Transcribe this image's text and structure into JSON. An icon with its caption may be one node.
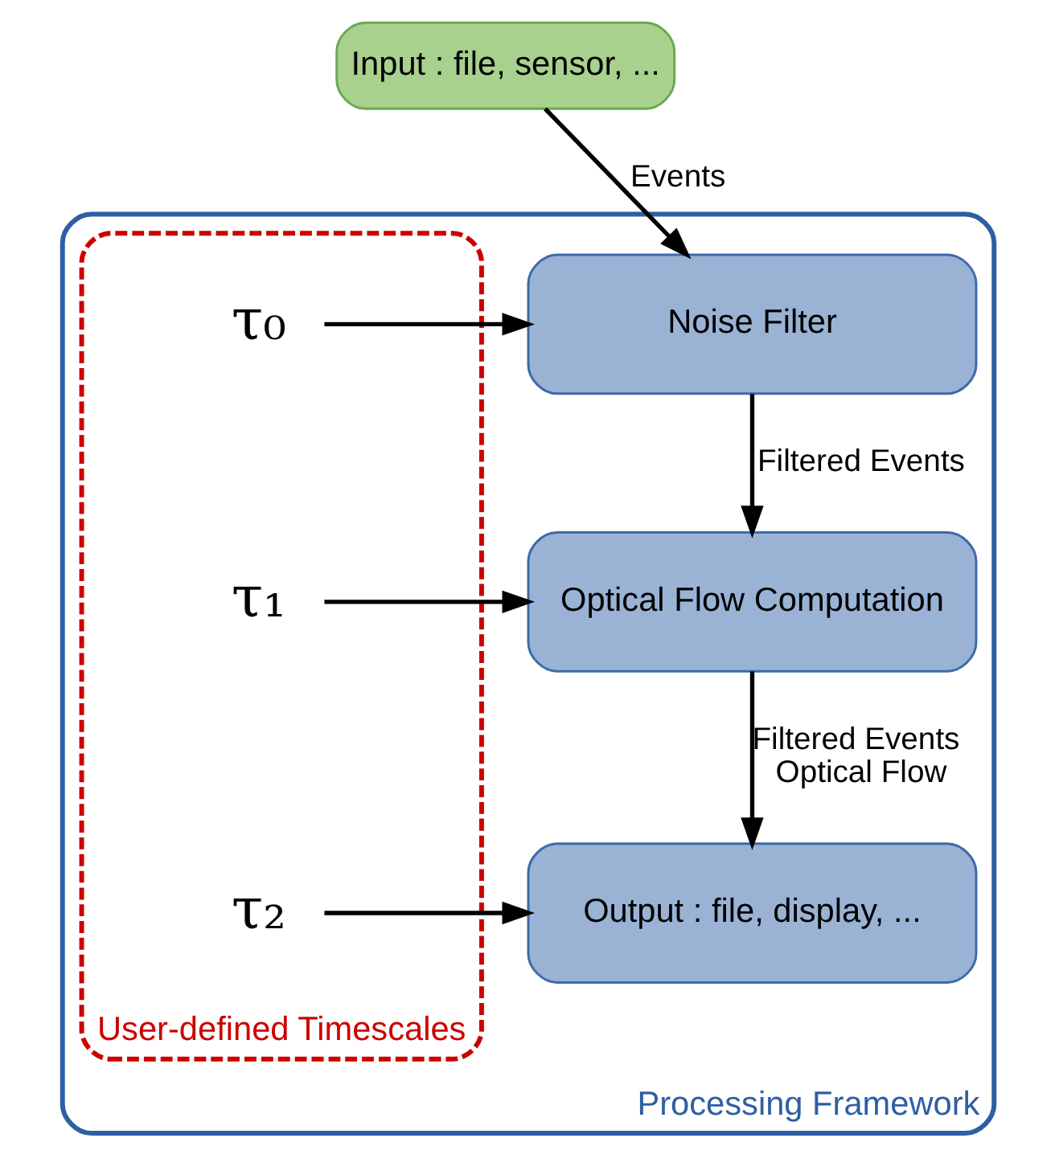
{
  "diagram": {
    "nodes": [
      {
        "text": [
          "Processing Framework"
        ]
      },
      {
        "text": [
          "Input : file, sensor, ..."
        ]
      },
      {
        "text": [
          "User-defined Timescales"
        ],
        "in": 0
      },
      {
        "text": [
          "τ₀"
        ],
        "in": 2
      },
      {
        "text": [
          "τ₁"
        ],
        "in": 2
      },
      {
        "text": [
          "τ₂"
        ],
        "in": 2
      },
      {
        "text": [
          "Noise Filter"
        ],
        "in": 0
      },
      {
        "text": [
          "Optical Flow Computation"
        ],
        "in": 0
      },
      {
        "text": [
          "Output : file, display, ..."
        ],
        "in": 0
      }
    ],
    "edges": [
      {
        "from": 1,
        "to": 6,
        "arrow": "to",
        "label": "Events"
      },
      {
        "from": 6,
        "to": 7,
        "arrow": "to",
        "label": "Filtered Events"
      },
      {
        "from": 7,
        "to": 8,
        "arrow": "to",
        "label": "Filtered Events Optical Flow"
      },
      {
        "from": 3,
        "to": 6,
        "arrow": "to"
      },
      {
        "from": 4,
        "to": 7,
        "arrow": "to"
      },
      {
        "from": 5,
        "to": 8,
        "arrow": "to"
      }
    ]
  }
}
